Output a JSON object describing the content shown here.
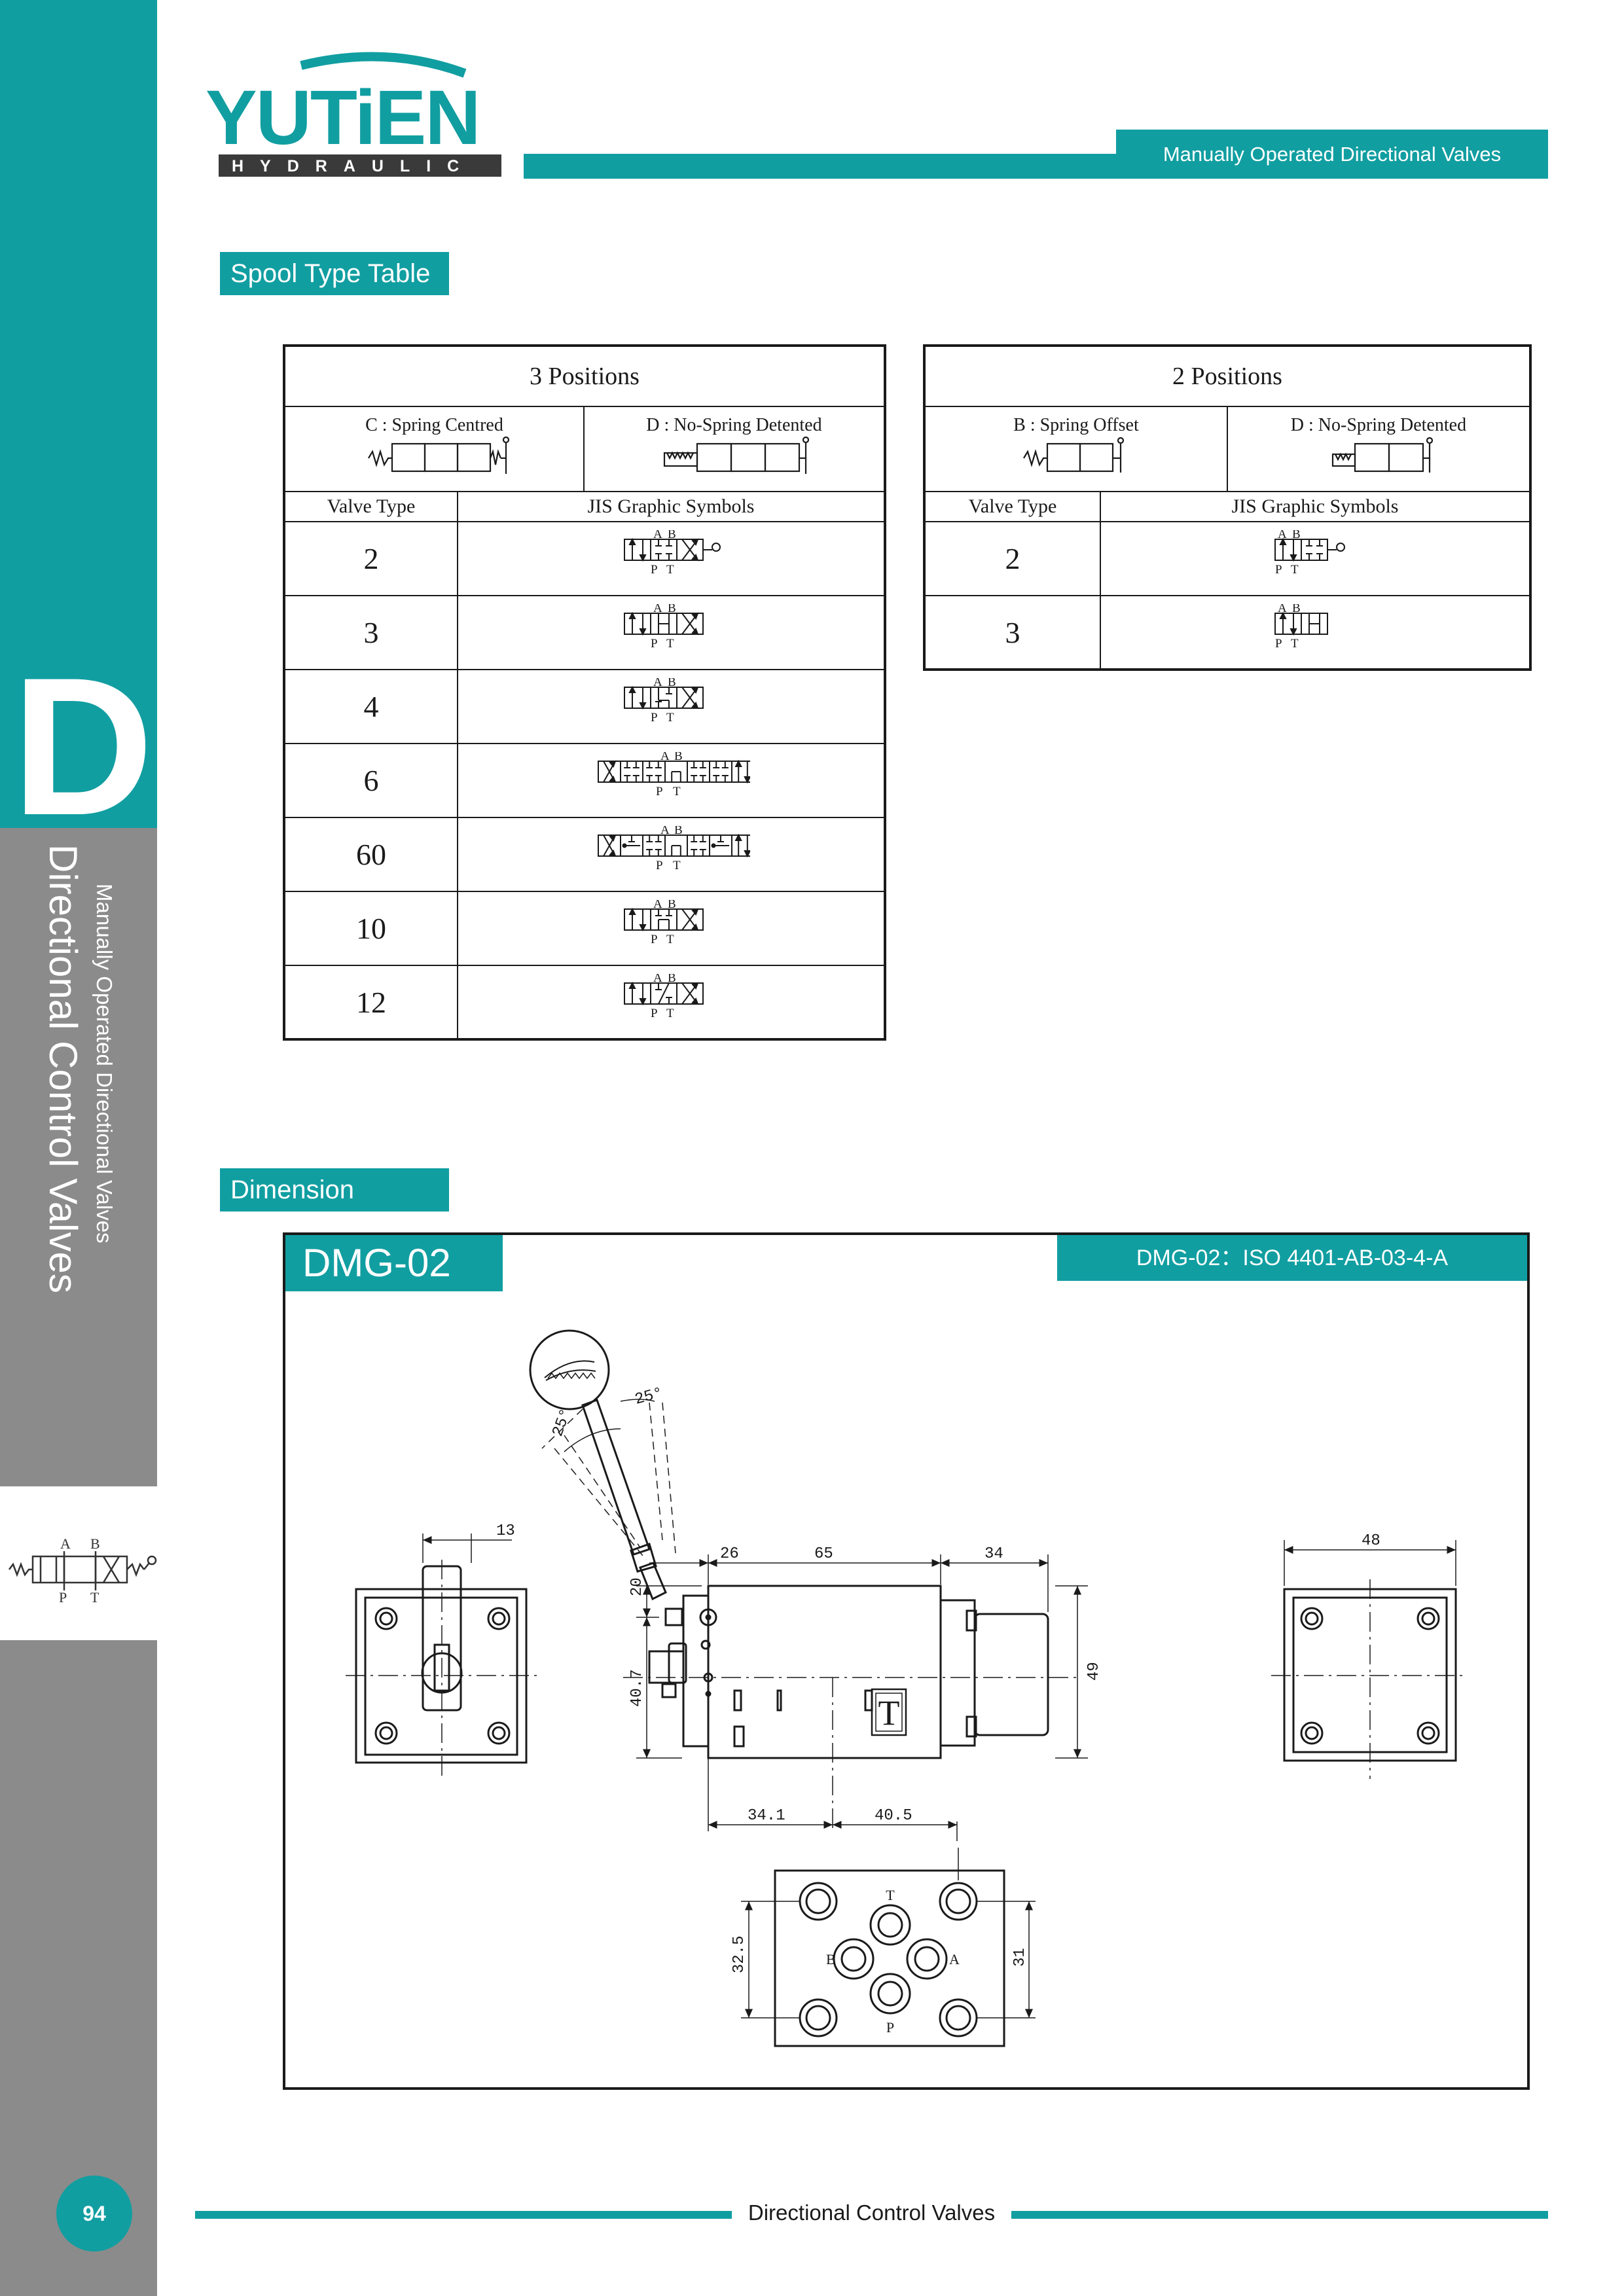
{
  "brand": {
    "name": "YUTiEN",
    "sub": "HYDRAULIC",
    "color": "#119ea1"
  },
  "header": {
    "title": "Manually Operated Directional Valves"
  },
  "sidebar": {
    "letter": "D",
    "title": "Directional Control Valves",
    "subtitle": "Manually Operated Directional Valves",
    "symbol_ports": {
      "a": "A",
      "b": "B",
      "p": "P",
      "t": "T"
    }
  },
  "spool_section": {
    "label": "Spool Type Table"
  },
  "table3": {
    "title": "3 Positions",
    "mode_c": "C : Spring Centred",
    "mode_d": "D : No-Spring Detented",
    "col_type": "Valve Type",
    "col_symbol": "JIS Graphic Symbols",
    "rows": [
      {
        "type": "2"
      },
      {
        "type": "3"
      },
      {
        "type": "4"
      },
      {
        "type": "6"
      },
      {
        "type": "60"
      },
      {
        "type": "10"
      },
      {
        "type": "12"
      }
    ]
  },
  "table2": {
    "title": "2 Positions",
    "mode_b": "B : Spring Offset",
    "mode_d": "D : No-Spring Detented",
    "col_type": "Valve Type",
    "col_symbol": "JIS Graphic Symbols",
    "rows": [
      {
        "type": "2"
      },
      {
        "type": "3"
      }
    ]
  },
  "symbol_ports": {
    "a": "A",
    "b": "B",
    "p": "P",
    "t": "T"
  },
  "dimension_section": {
    "label": "Dimension"
  },
  "dimension": {
    "model": "DMG-02",
    "iso": "DMG-02：ISO 4401-AB-03-4-A",
    "angle_left": "25°",
    "angle_right": "25°",
    "d13": "13",
    "d26": "26",
    "d65": "65",
    "d34": "34",
    "d48": "48",
    "d20": "20",
    "d40_7": "40.7",
    "d49": "49",
    "d34_1": "34.1",
    "d40_5": "40.5",
    "d32_5": "32.5",
    "d31": "31",
    "body_mark": "T",
    "port_t": "T",
    "port_p": "P",
    "port_a": "A",
    "port_b": "B"
  },
  "footer": {
    "text": "Directional Control Valves",
    "page": "94"
  }
}
